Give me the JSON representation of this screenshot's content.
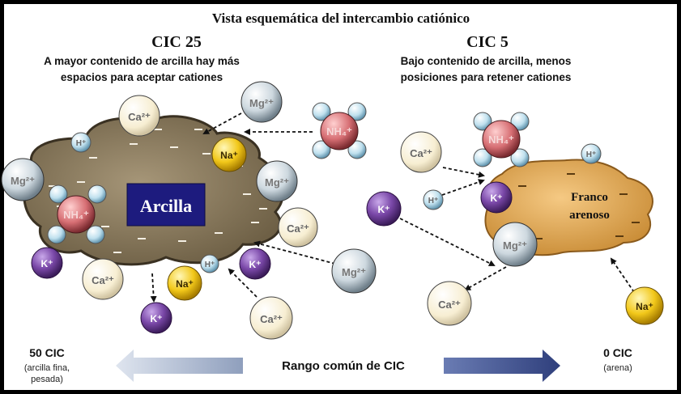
{
  "title": "Vista esquemática del intercambio catiónico",
  "left_panel": {
    "heading": "CIC 25",
    "desc_line1": "A mayor contenido de arcilla hay más",
    "desc_line2": "espacios para aceptar cationes",
    "particle_label": "Arcilla"
  },
  "right_panel": {
    "heading": "CIC 5",
    "desc_line1": "Bajo contenido de arcilla, menos",
    "desc_line2": "posiciones para retener cationes",
    "particle_label_line1": "Franco",
    "particle_label_line2": "arenoso"
  },
  "ions": {
    "ca": "Ca²⁺",
    "mg": "Mg²⁺",
    "na": "Na⁺",
    "k": "K⁺",
    "h": "H⁺",
    "nh4": "NH₄⁺"
  },
  "range_bar": {
    "left_value": "50 CIC",
    "left_note_line1": "(arcilla fina,",
    "left_note_line2": "pesada)",
    "center_label": "Rango común de CIC",
    "right_value": "0 CIC",
    "right_note": "(arena)"
  },
  "colors": {
    "clay": "#8a7a5e",
    "sandy_loam": "#e8b060",
    "ca_ion": "#fbf3dc",
    "mg_ion": "#d8e3e8",
    "na_ion": "#f2cb1c",
    "k_ion": "#7b4aa8",
    "h_ion": "#bde0ee",
    "arrow_left": "#a9b6cc",
    "arrow_right": "#3e4f8c"
  }
}
